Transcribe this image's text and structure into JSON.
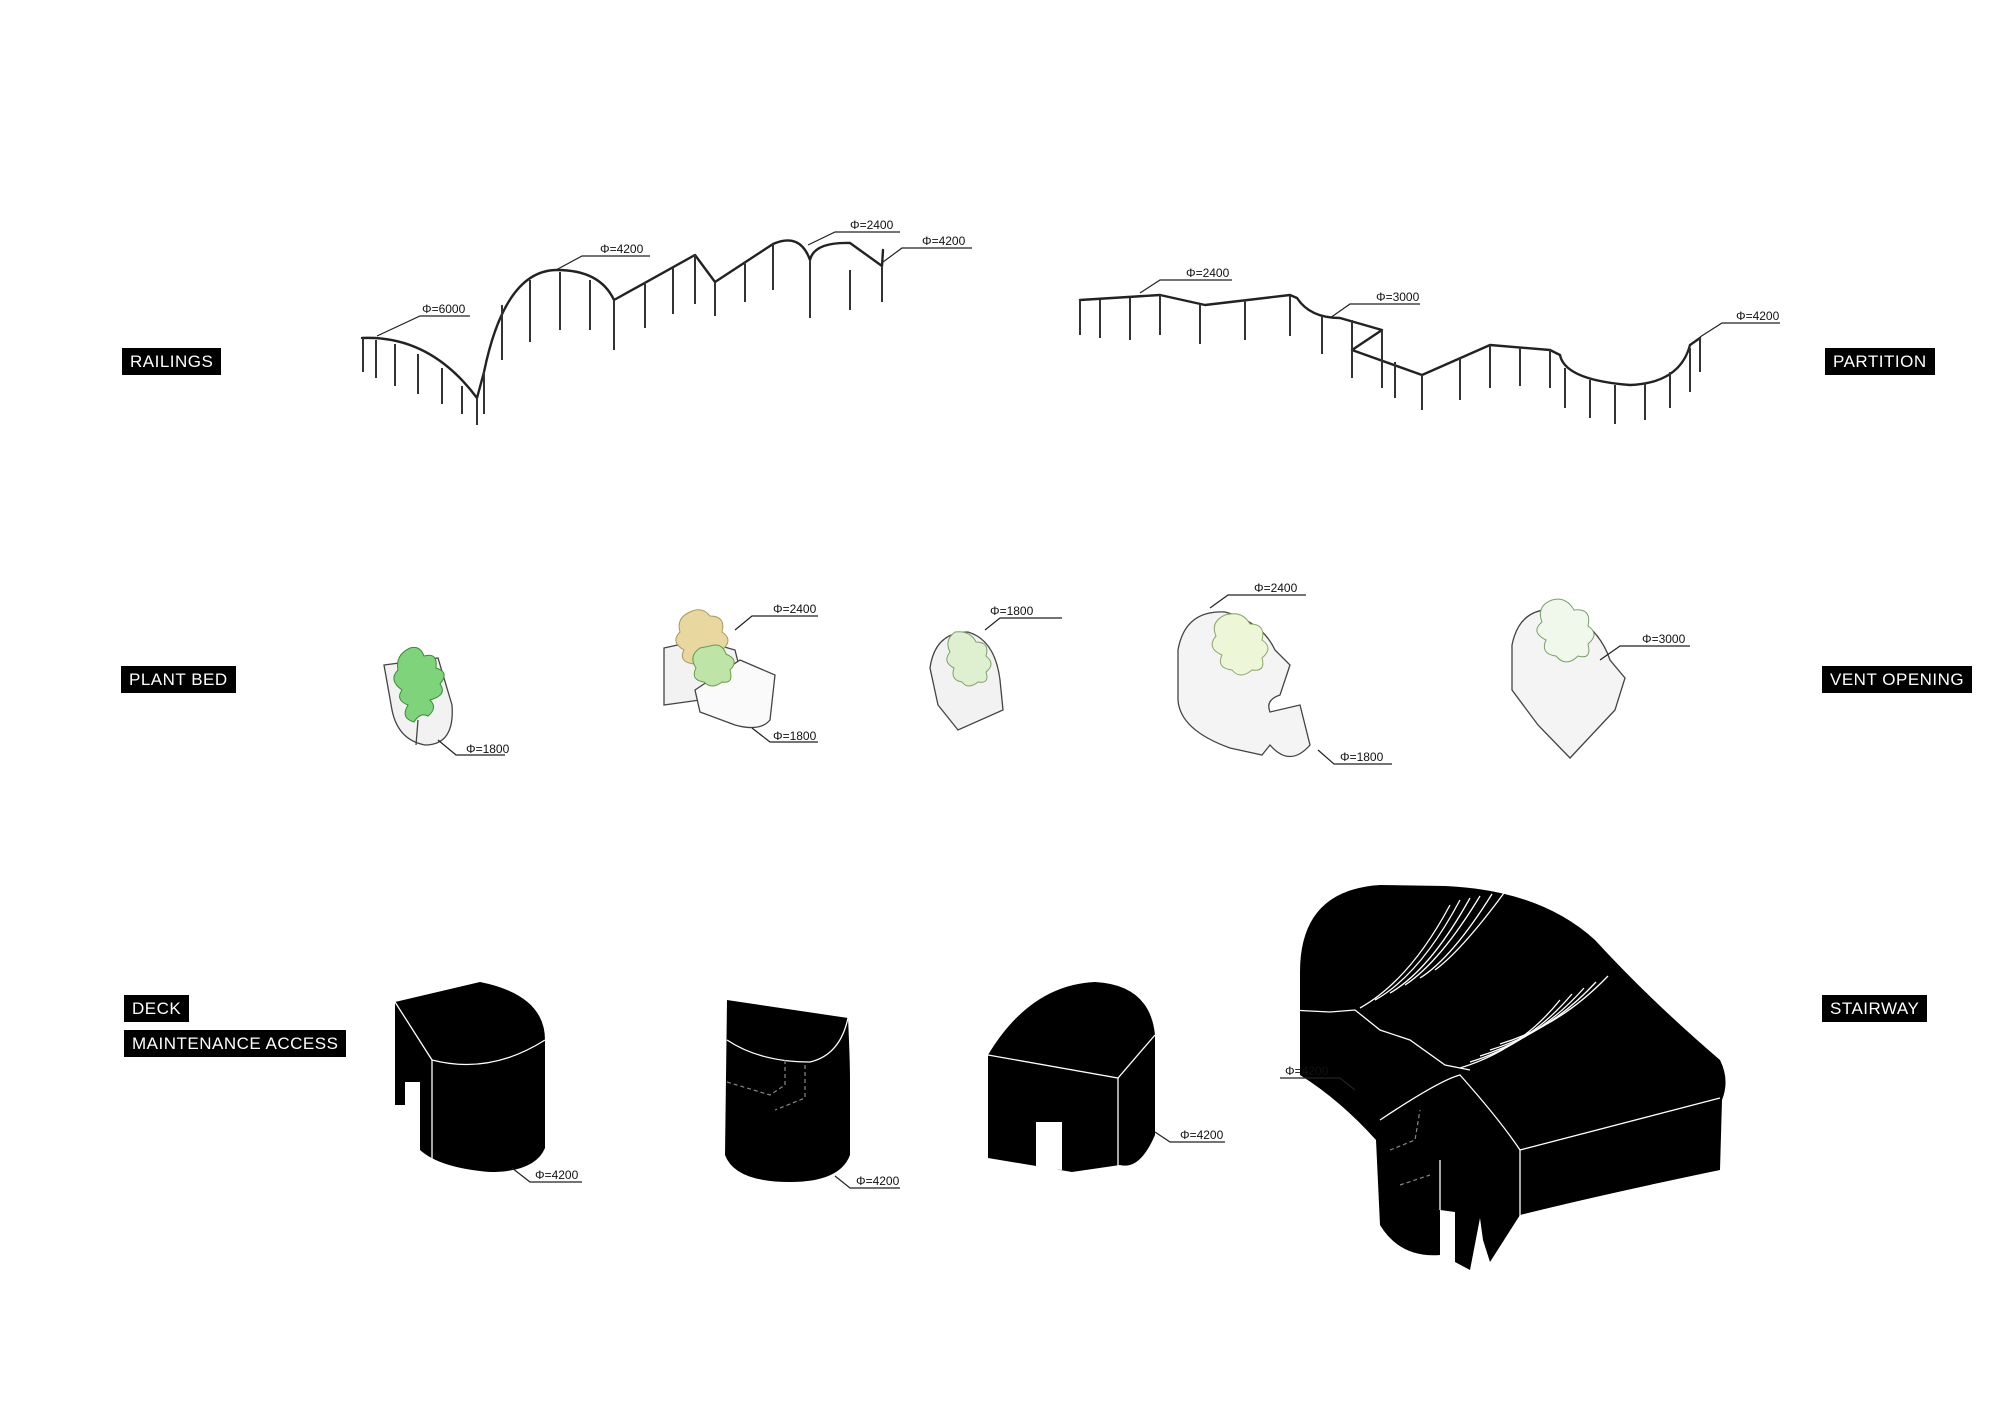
{
  "labels": {
    "railings": "RAILINGS",
    "partition": "PARTITION",
    "plant_bed": "PLANT BED",
    "vent_opening": "VENT OPENING",
    "deck": "DECK",
    "maintenance_access": "MAINTENANCE ACCESS",
    "stairway": "STAIRWAY"
  },
  "dimensions": {
    "railing_1": "Φ=6000",
    "railing_2": "Φ=4200",
    "railing_3": "Φ=2400",
    "railing_4": "Φ=4200",
    "partition_1": "Φ=2400",
    "partition_2": "Φ=3000",
    "partition_3": "Φ=4200",
    "bed_1": "Φ=1800",
    "bed_2_top": "Φ=2400",
    "bed_2_bottom": "Φ=1800",
    "bed_3": "Φ=1800",
    "bed_4_top": "Φ=2400",
    "bed_4_bottom": "Φ=1800",
    "bed_5": "Φ=3000",
    "deck_1": "Φ=4200",
    "deck_2": "Φ=4200",
    "deck_3": "Φ=4200",
    "stair": "Φ=4200"
  },
  "colors": {
    "solid": "#000000",
    "line": "#222222",
    "label_bg": "#000000",
    "label_text": "#ffffff",
    "foliage_green": "#7fd37a",
    "foliage_light": "#dff0d0",
    "foliage_yellow": "#e8d8a0"
  }
}
